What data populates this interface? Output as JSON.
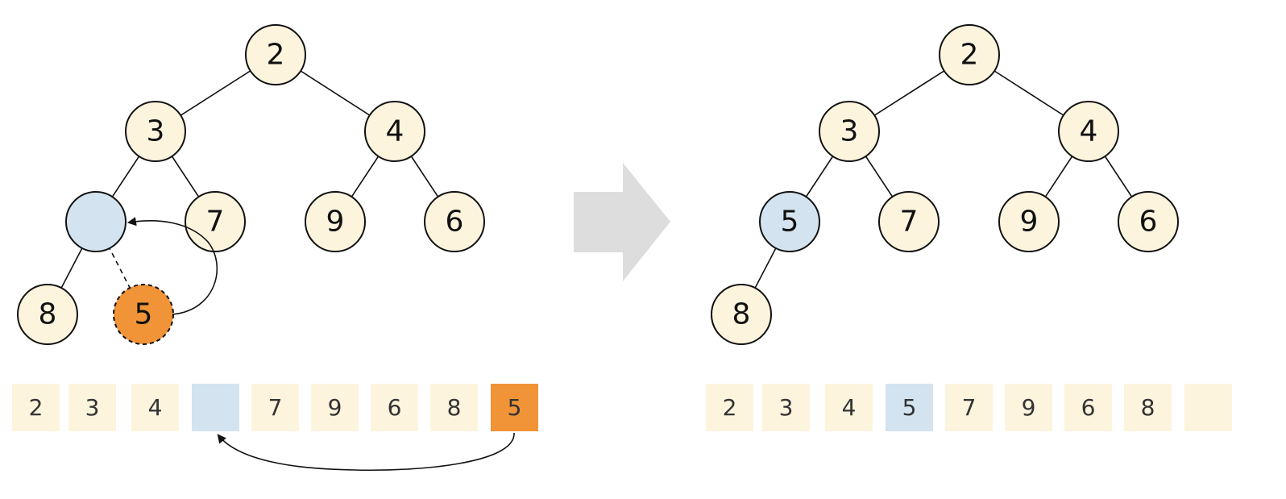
{
  "colors": {
    "node_fill": "#fdf4de",
    "empty_fill": "#d3e4f0",
    "moving_fill": "#f09437",
    "cell_fill": "#fdf4de",
    "arrow_fill": "#dddddd",
    "stroke": "#111111"
  },
  "before": {
    "nodes": [
      "2",
      "3",
      "4",
      "",
      "7",
      "9",
      "6",
      "8",
      "5"
    ],
    "array": [
      "2",
      "3",
      "4",
      "",
      "7",
      "9",
      "6",
      "8",
      "5"
    ]
  },
  "after": {
    "nodes": [
      "2",
      "3",
      "4",
      "5",
      "7",
      "9",
      "6",
      "8"
    ],
    "array": [
      "2",
      "3",
      "4",
      "5",
      "7",
      "9",
      "6",
      "8",
      ""
    ]
  },
  "transition_arrow": "right-arrow-icon"
}
